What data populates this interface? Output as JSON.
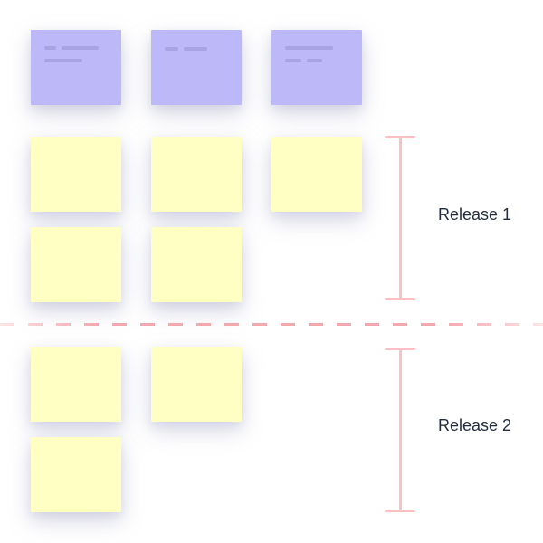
{
  "diagram": {
    "type": "user-story-map-release-plan",
    "releases": [
      {
        "label": "Release 1",
        "story_card_count": 5
      },
      {
        "label": "Release 2",
        "story_card_count": 3
      }
    ],
    "epic_cards": [
      {
        "placeholder_lines": [
          [
            13,
            41
          ],
          [
            42
          ]
        ]
      },
      {
        "placeholder_lines": [
          [
            15,
            26
          ]
        ]
      },
      {
        "placeholder_lines": [
          [
            53
          ],
          [
            18,
            17
          ]
        ]
      }
    ],
    "divider": {
      "style": "dashed"
    }
  },
  "colors": {
    "background": "#ffffff",
    "epic-card": "#bdb9f8",
    "epic-line": "#a8a3e2",
    "story-card": "#ffffc3",
    "bracket": "#fbbfc4",
    "divider": "#f3a7ae",
    "label-text": "#232e3f"
  }
}
